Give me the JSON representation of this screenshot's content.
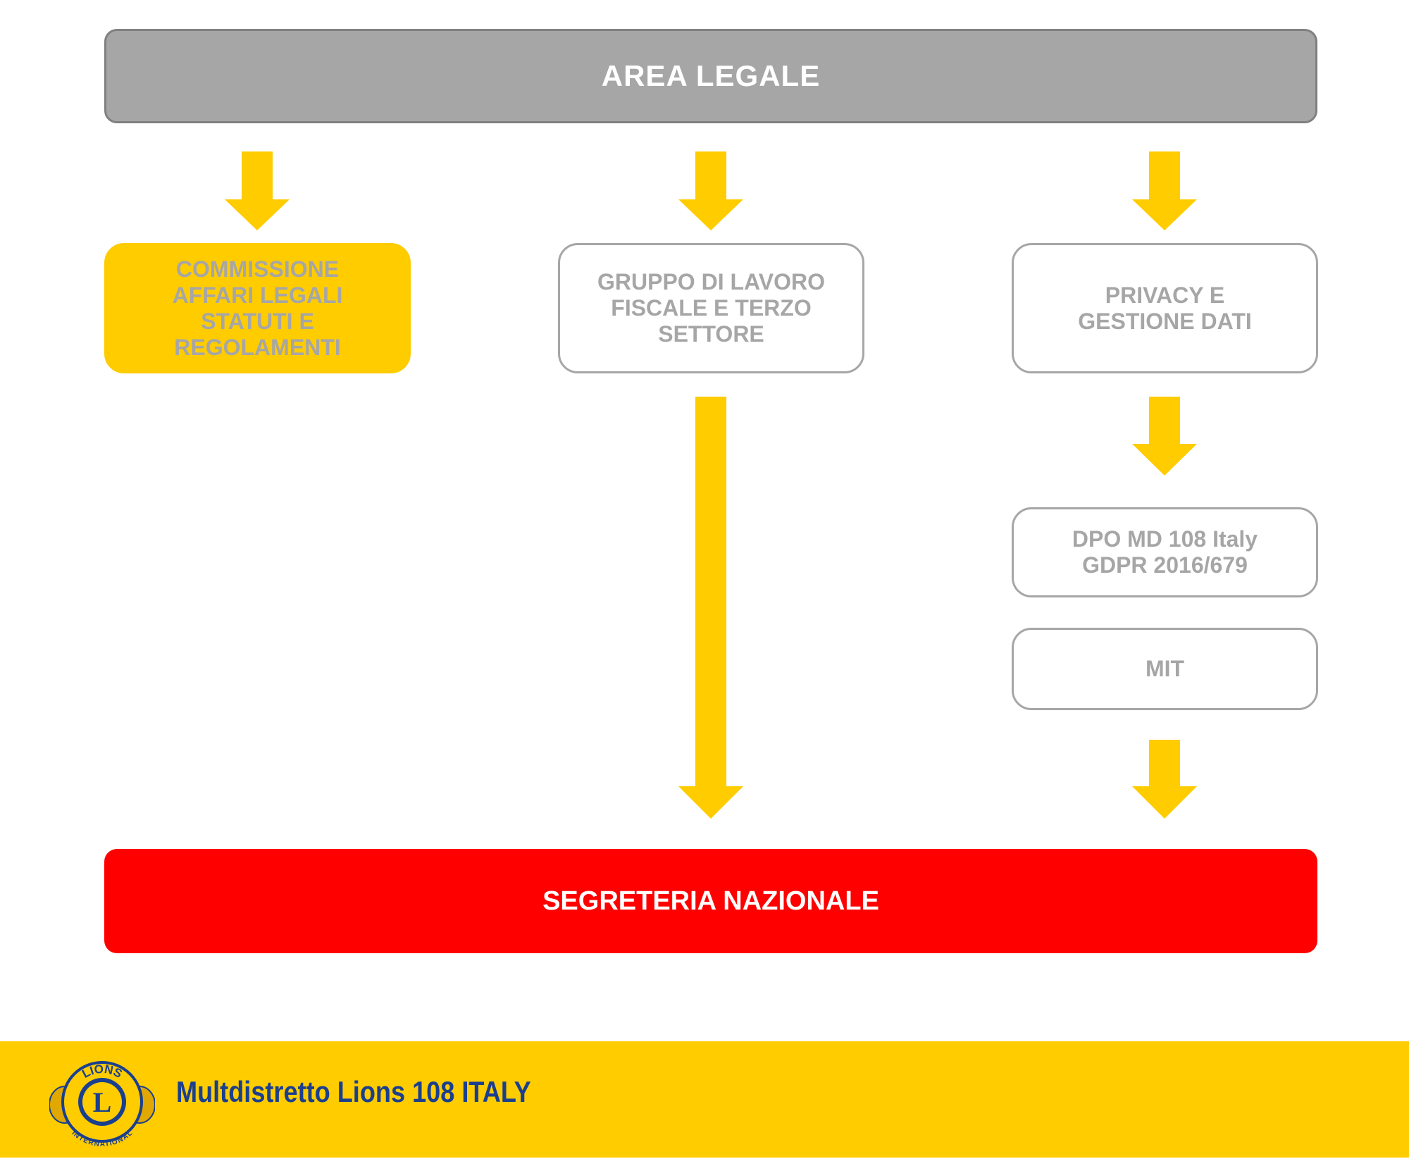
{
  "header": {
    "title": "AREA LEGALE"
  },
  "boxes": {
    "commissione": "COMMISSIONE\nAFFARI LEGALI\nSTATUTI E\nREGOLAMENTI",
    "gruppo": "GRUPPO DI LAVORO\nFISCALE E TERZO\nSETTORE",
    "privacy": "PRIVACY E\nGESTIONE DATI",
    "dpo": "DPO MD 108 Italy\nGDPR 2016/679",
    "mit": "MIT"
  },
  "bottom": {
    "title": "SEGRETERIA NAZIONALE"
  },
  "footer": {
    "text": "Multdistretto Lions 108 ITALY",
    "logo": {
      "top_text": "LIONS",
      "center_letter": "L",
      "bottom_text": "INTERNATIONAL"
    }
  },
  "colors": {
    "accent_yellow": "#ffcc00",
    "header_gray": "#a6a6a6",
    "box_text_gray": "#a6a6a6",
    "bottom_red": "#ff0000",
    "footer_text_blue": "#1a3f8f"
  }
}
